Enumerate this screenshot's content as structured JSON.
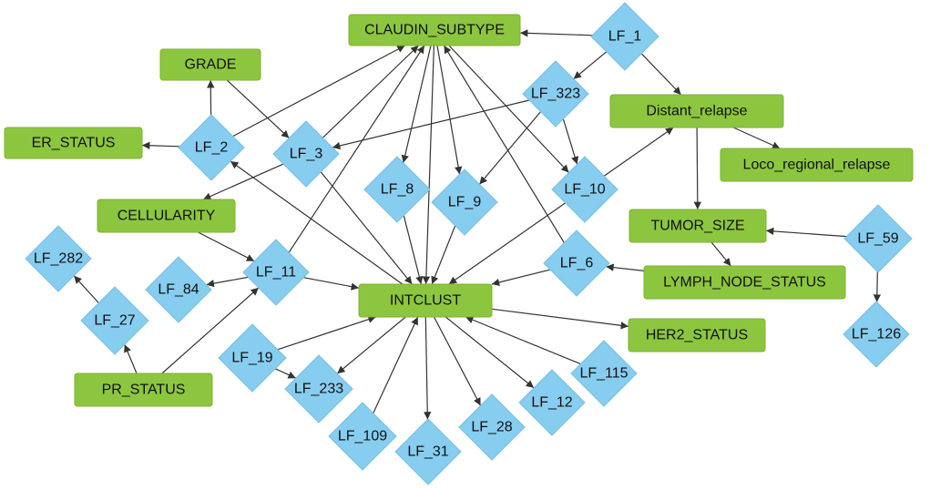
{
  "colors": {
    "variable_fill": "#8cc63f",
    "variable_stroke": "#7fb22f",
    "latent_fill": "#87cdf0",
    "latent_stroke": "#78bfe4",
    "edge": "#333333"
  },
  "nodes": [
    {
      "id": "claudin",
      "label": "CLAUDIN_SUBTYPE",
      "kind": "variable"
    },
    {
      "id": "grade",
      "label": "GRADE",
      "kind": "variable"
    },
    {
      "id": "er",
      "label": "ER_STATUS",
      "kind": "variable"
    },
    {
      "id": "distant",
      "label": "Distant_relapse",
      "kind": "variable"
    },
    {
      "id": "loco",
      "label": "Loco_regional_relapse",
      "kind": "variable"
    },
    {
      "id": "cell",
      "label": "CELLULARITY",
      "kind": "variable"
    },
    {
      "id": "tumor",
      "label": "TUMOR_SIZE",
      "kind": "variable"
    },
    {
      "id": "lymph",
      "label": "LYMPH_NODE_STATUS",
      "kind": "variable"
    },
    {
      "id": "intclust",
      "label": "INTCLUST",
      "kind": "variable"
    },
    {
      "id": "her2",
      "label": "HER2_STATUS",
      "kind": "variable"
    },
    {
      "id": "pr",
      "label": "PR_STATUS",
      "kind": "variable"
    },
    {
      "id": "lf1",
      "label": "LF_1",
      "kind": "latent"
    },
    {
      "id": "lf323",
      "label": "LF_323",
      "kind": "latent"
    },
    {
      "id": "lf2",
      "label": "LF_2",
      "kind": "latent"
    },
    {
      "id": "lf3",
      "label": "LF_3",
      "kind": "latent"
    },
    {
      "id": "lf8",
      "label": "LF_8",
      "kind": "latent"
    },
    {
      "id": "lf9",
      "label": "LF_9",
      "kind": "latent"
    },
    {
      "id": "lf10",
      "label": "LF_10",
      "kind": "latent"
    },
    {
      "id": "lf59",
      "label": "LF_59",
      "kind": "latent"
    },
    {
      "id": "lf282",
      "label": "LF_282",
      "kind": "latent"
    },
    {
      "id": "lf11",
      "label": "LF_11",
      "kind": "latent"
    },
    {
      "id": "lf84",
      "label": "LF_84",
      "kind": "latent"
    },
    {
      "id": "lf6",
      "label": "LF_6",
      "kind": "latent"
    },
    {
      "id": "lf27",
      "label": "LF_27",
      "kind": "latent"
    },
    {
      "id": "lf126",
      "label": "LF_126",
      "kind": "latent"
    },
    {
      "id": "lf19",
      "label": "LF_19",
      "kind": "latent"
    },
    {
      "id": "lf233",
      "label": "LF_233",
      "kind": "latent"
    },
    {
      "id": "lf115",
      "label": "LF_115",
      "kind": "latent"
    },
    {
      "id": "lf12",
      "label": "LF_12",
      "kind": "latent"
    },
    {
      "id": "lf109",
      "label": "LF_109",
      "kind": "latent"
    },
    {
      "id": "lf28",
      "label": "LF_28",
      "kind": "latent"
    },
    {
      "id": "lf31",
      "label": "LF_31",
      "kind": "latent"
    }
  ],
  "edges": [
    {
      "from": "lf1",
      "to": "claudin"
    },
    {
      "from": "lf1",
      "to": "lf323"
    },
    {
      "from": "lf1",
      "to": "distant"
    },
    {
      "from": "grade",
      "to": "lf3"
    },
    {
      "from": "lf2",
      "to": "grade"
    },
    {
      "from": "lf2",
      "to": "er"
    },
    {
      "from": "lf2",
      "to": "claudin"
    },
    {
      "from": "lf3",
      "to": "claudin"
    },
    {
      "from": "lf3",
      "to": "cell"
    },
    {
      "from": "lf3",
      "to": "intclust"
    },
    {
      "from": "lf323",
      "to": "lf3"
    },
    {
      "from": "lf323",
      "to": "lf9"
    },
    {
      "from": "lf323",
      "to": "lf10"
    },
    {
      "from": "claudin",
      "to": "lf8"
    },
    {
      "from": "claudin",
      "to": "lf9"
    },
    {
      "from": "claudin",
      "to": "lf10"
    },
    {
      "from": "claudin",
      "to": "intclust"
    },
    {
      "from": "lf6",
      "to": "claudin"
    },
    {
      "from": "lf11",
      "to": "claudin"
    },
    {
      "from": "distant",
      "to": "loco"
    },
    {
      "from": "distant",
      "to": "tumor"
    },
    {
      "from": "lf10",
      "to": "distant"
    },
    {
      "from": "lf10",
      "to": "intclust"
    },
    {
      "from": "lf8",
      "to": "intclust"
    },
    {
      "from": "lf9",
      "to": "intclust"
    },
    {
      "from": "tumor",
      "to": "lymph"
    },
    {
      "from": "lf59",
      "to": "tumor"
    },
    {
      "from": "lf59",
      "to": "lf126"
    },
    {
      "from": "lymph",
      "to": "lf6"
    },
    {
      "from": "lf6",
      "to": "intclust"
    },
    {
      "from": "cell",
      "to": "lf11"
    },
    {
      "from": "lf11",
      "to": "lf84"
    },
    {
      "from": "lf11",
      "to": "intclust"
    },
    {
      "from": "intclust",
      "to": "lf2"
    },
    {
      "from": "pr",
      "to": "lf11"
    },
    {
      "from": "pr",
      "to": "lf27"
    },
    {
      "from": "lf27",
      "to": "lf282"
    },
    {
      "from": "intclust",
      "to": "her2"
    },
    {
      "from": "lf19",
      "to": "intclust"
    },
    {
      "from": "lf19",
      "to": "lf233"
    },
    {
      "from": "intclust",
      "to": "lf233"
    },
    {
      "from": "lf109",
      "to": "intclust"
    },
    {
      "from": "intclust",
      "to": "lf31"
    },
    {
      "from": "intclust",
      "to": "lf28"
    },
    {
      "from": "intclust",
      "to": "lf12"
    },
    {
      "from": "lf115",
      "to": "intclust"
    }
  ]
}
